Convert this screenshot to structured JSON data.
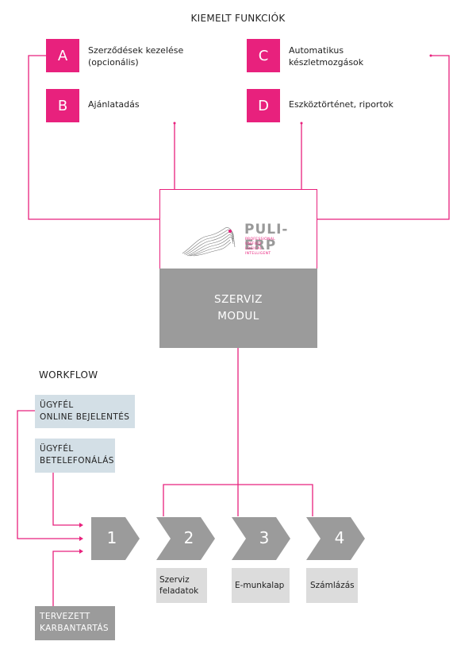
{
  "header": {
    "title": "KIEMELT FUNKCIÓK"
  },
  "features": [
    {
      "letter": "A",
      "label": "Szerződések kezelése\n(opcionális)"
    },
    {
      "letter": "B",
      "label": "Ajánlatadás"
    },
    {
      "letter": "C",
      "label": "Automatikus\nkészletmozgások"
    },
    {
      "letter": "D",
      "label": "Eszköztörténet, riportok"
    }
  ],
  "module": {
    "logo_text": "PULI-ERP",
    "logo_tagline": [
      "PROFESSIONAL",
      "UNIFIED",
      "LOGICAL",
      "INTELLIGENT"
    ],
    "label": "SZERVIZ\nMODUL"
  },
  "workflow": {
    "title": "WORKFLOW",
    "sources": [
      {
        "label": "ÜGYFÉL\nONLINE BEJELENTÉS"
      },
      {
        "label": "ÜGYFÉL\nBETELEFONÁLÁS"
      },
      {
        "label": "TERVEZETT\nKARBANTARTÁS"
      }
    ],
    "steps": [
      "1",
      "2",
      "3",
      "4"
    ],
    "outputs": [
      {
        "label": "Szerviz\nfeladatok"
      },
      {
        "label": "E-munkalap"
      },
      {
        "label": "Számlázás"
      }
    ]
  },
  "colors": {
    "accent": "#e8217d",
    "gray": "#9b9b9b",
    "light_blue": "#d3dfe6",
    "light_gray": "#dcdcdc"
  }
}
